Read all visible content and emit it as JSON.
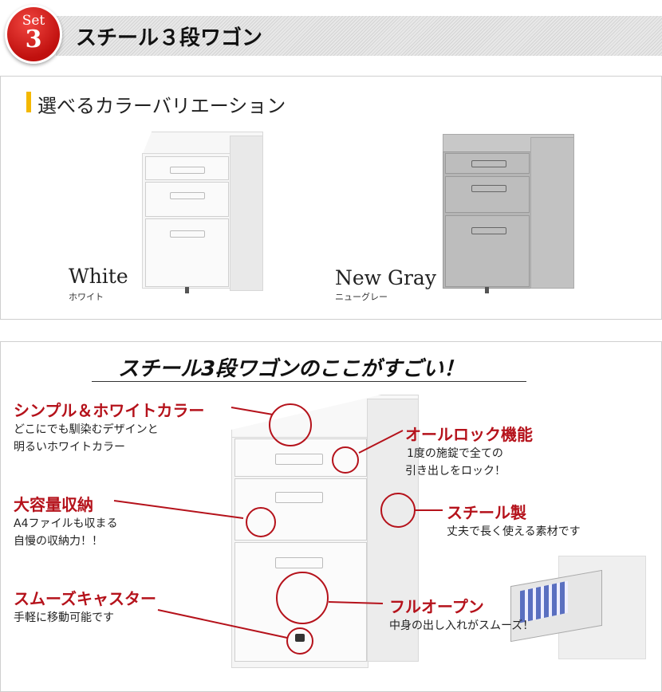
{
  "header": {
    "badge_set": "Set",
    "badge_number": "3",
    "title": "スチール３段ワゴン"
  },
  "variations": {
    "heading": "選べるカラーバリエーション",
    "items": [
      {
        "name": "White",
        "name_ja": "ホワイト",
        "color": "#f3f3f3"
      },
      {
        "name": "New Gray",
        "name_ja": "ニューグレー",
        "color": "#b9b9b9"
      }
    ]
  },
  "features": {
    "heading": "スチール3段ワゴンのここがすごい！",
    "items": [
      {
        "title": "シンプル＆ホワイトカラー",
        "lines": [
          "どこにでも馴染むデザインと",
          "明るいホワイトカラー"
        ]
      },
      {
        "title": "大容量収納",
        "lines": [
          "A4ファイルも収まる",
          "自慢の収納力！！"
        ]
      },
      {
        "title": "スムーズキャスター",
        "lines": [
          "手軽に移動可能です"
        ]
      },
      {
        "title": "オールロック機能",
        "lines": [
          "1度の施錠で全ての",
          "引き出しをロック！"
        ]
      },
      {
        "title": "スチール製",
        "lines": [
          "丈夫で長く使える素材です"
        ]
      },
      {
        "title": "フルオープン",
        "lines": [
          "中身の出し入れがスムーズ！"
        ]
      }
    ]
  },
  "accent": "#b5121b"
}
